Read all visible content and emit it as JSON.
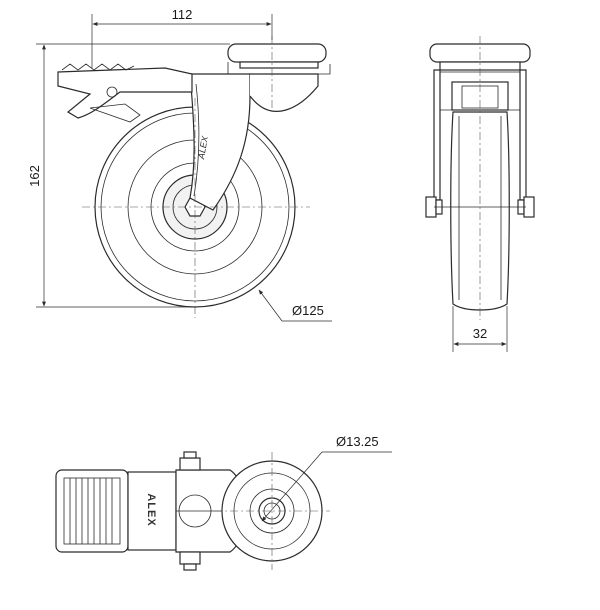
{
  "dimensions": {
    "top_width": "112",
    "height": "162",
    "wheel_diameter": "Ø125",
    "wheel_width": "32",
    "bolt_hole_diameter": "Ø13.25"
  },
  "markings": {
    "brand_plate": "ALEX",
    "bracket_logo": "ALEX"
  },
  "colors": {
    "line": "#2b2b2b",
    "background": "#ffffff"
  }
}
